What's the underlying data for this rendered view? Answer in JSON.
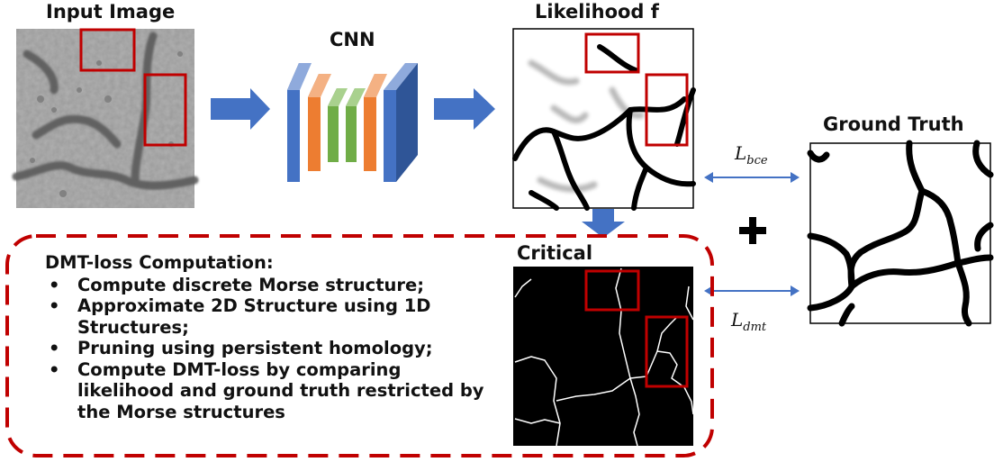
{
  "labels": {
    "input_image": "Input Image",
    "cnn": "CNN",
    "likelihood": "Likelihood f",
    "ground_truth": "Ground Truth",
    "critical": "Critical",
    "plus": "+"
  },
  "losses": {
    "bce": {
      "symbol": "L",
      "subscript": "bce"
    },
    "dmt": {
      "symbol": "L",
      "subscript": "dmt"
    }
  },
  "dmt_box": {
    "heading": "DMT-loss Computation:",
    "bullets": [
      "Compute discrete Morse structure;",
      "Approximate 2D Structure using 1D Structures;",
      "Pruning using persistent homology;",
      "Compute DMT-loss by comparing likelihood and ground truth restricted by the Morse structures"
    ]
  },
  "colors": {
    "arrow_blue": "#4472c4",
    "highlight_red": "#c00000",
    "dashed_border": "#c00000",
    "cnn_blue": "#4472c4",
    "cnn_orange": "#ed7d31",
    "cnn_green": "#70ad47"
  }
}
